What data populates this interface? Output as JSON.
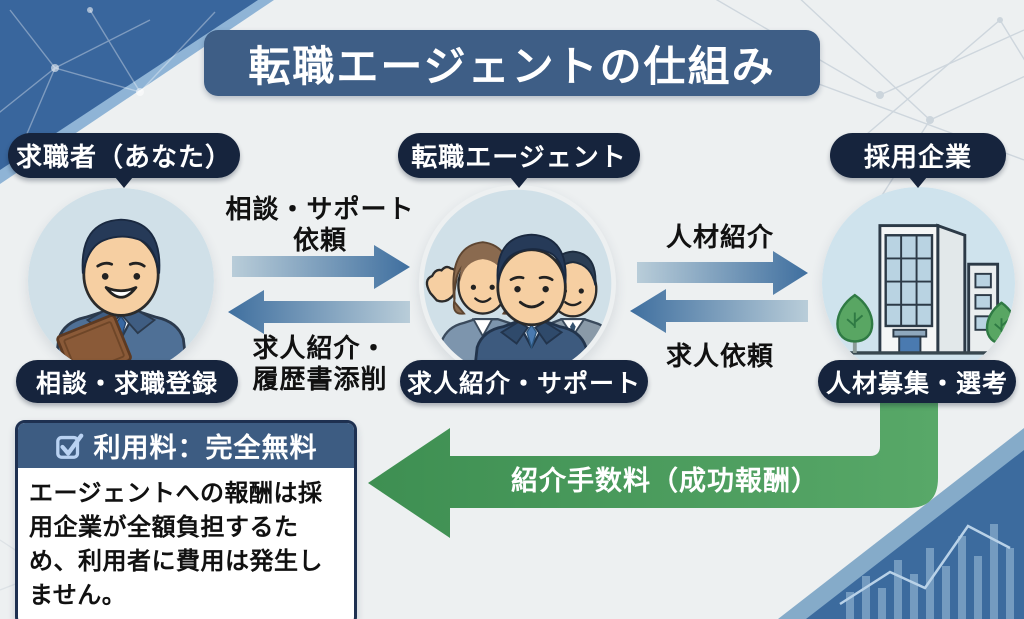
{
  "title": "転職エージェントの仕組み",
  "actors": {
    "seeker": {
      "bubble": "求職者（あなた）",
      "caption": "相談・求職登録",
      "illustration": "job-seeker-man"
    },
    "agent": {
      "bubble": "転職エージェント",
      "caption": "求人紹介・サポート",
      "illustration": "agent-team"
    },
    "company": {
      "bubble": "採用企業",
      "caption": "人材募集・選考",
      "illustration": "office-building"
    }
  },
  "flows": {
    "seeker_to_agent": {
      "line1": "相談・サポート",
      "line2": "依頼",
      "direction": "right"
    },
    "agent_to_seeker": {
      "line1": "求人紹介・",
      "line2": "履歴書添削",
      "direction": "left"
    },
    "agent_to_company": {
      "label": "人材紹介",
      "direction": "right"
    },
    "company_to_agent": {
      "label": "求人依頼",
      "direction": "left"
    },
    "fee": {
      "label": "紹介手数料（成功報酬）",
      "direction": "left"
    }
  },
  "notice": {
    "icon": "checkbox-checked-icon",
    "header": "利用料：完全無料",
    "body": "エージェントへの報酬は採用企業が全額負担するため、利用者に費用は発生しません。"
  },
  "colors": {
    "background": "#edf0f1",
    "title_bg": "#3e5e86",
    "bubble_navy": "#16243d",
    "arrow_blue": "#3f6f9f",
    "arrow_blue_light": "#b9cdd9",
    "arrow_green": "#479a5b",
    "circle_bg": "#d0e0e8",
    "corner_blue": "#39669d",
    "notice_border": "#1e3050"
  }
}
